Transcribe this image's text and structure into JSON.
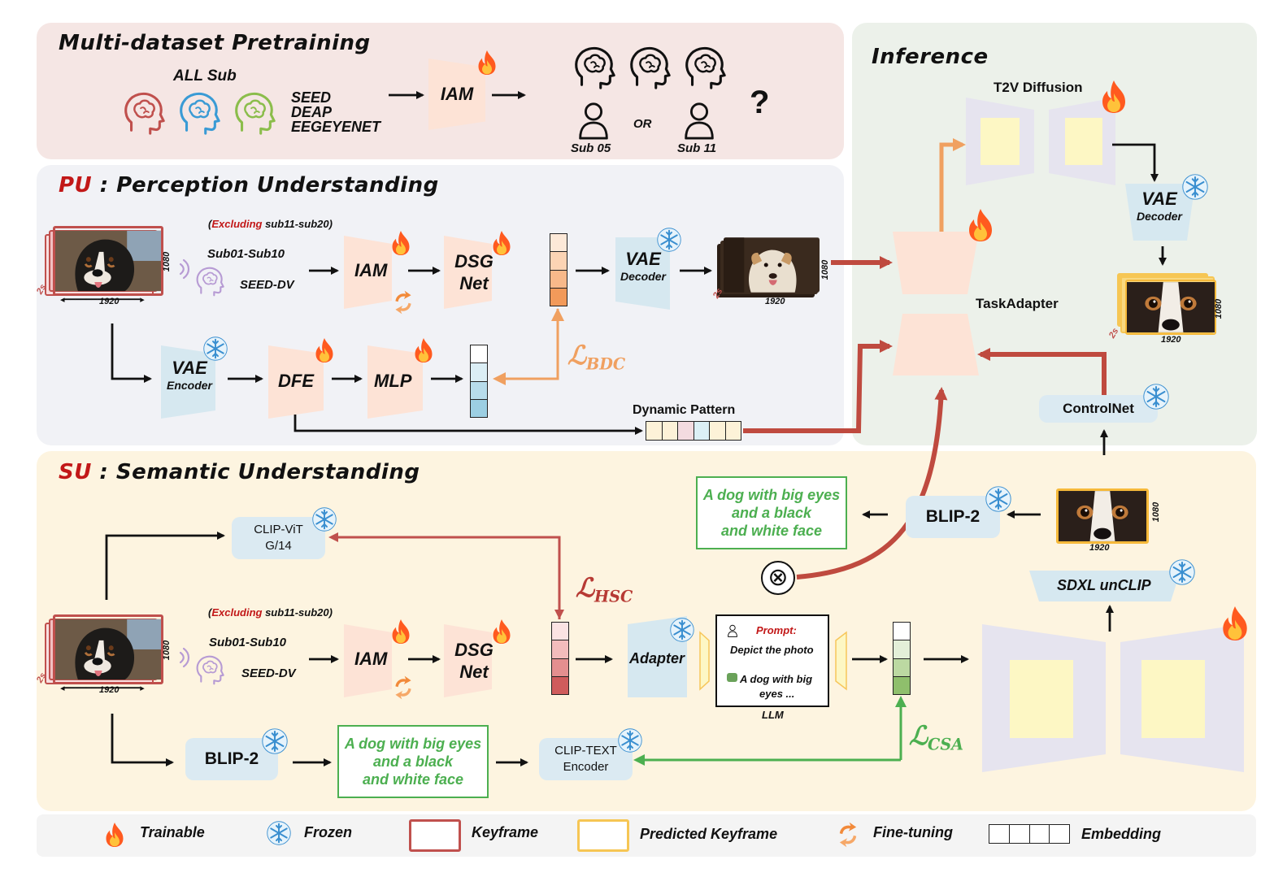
{
  "pretrain": {
    "title": "Multi-dataset Pretraining",
    "all_sub": "ALL Sub",
    "datasets": [
      "SEED",
      "DEAP",
      "EEGEYENET"
    ],
    "iam": "IAM",
    "sub_a": "Sub 05",
    "or": "OR",
    "sub_b": "Sub 11",
    "question": "?"
  },
  "pu": {
    "title_abbr": "PU",
    "title_rest": " : Perception Understanding",
    "excluding_word": "Excluding",
    "excluding_rest": " sub11-sub20",
    "subs": "Sub01-Sub10",
    "dataset": "SEED-DV",
    "iam": "IAM",
    "dsg1": "DSG",
    "dsg2": "Net",
    "vae_decoder_1": "VAE",
    "vae_decoder_2": "Decoder",
    "vae_encoder_1": "VAE",
    "vae_encoder_2": "Encoder",
    "dfe": "DFE",
    "mlp": "MLP",
    "loss_main": "ℒ",
    "loss_sub": "BDC",
    "dynamic_pattern": "Dynamic Pattern",
    "dim_w": "1920",
    "dim_h": "1080",
    "dim_t": "2s"
  },
  "inference": {
    "title": "Inference",
    "t2v": "T2V Diffusion",
    "vae1": "VAE",
    "vae2": "Decoder",
    "task_adapter": "TaskAdapter",
    "controlnet": "ControlNet",
    "dim_w": "1920",
    "dim_h": "1080",
    "dim_t": "2s"
  },
  "su": {
    "title_abbr": "SU",
    "title_rest": " : Semantic Understanding",
    "clip_vit_1": "CLIP-ViT",
    "clip_vit_2": "G/14",
    "loss_hsc_main": "ℒ",
    "loss_hsc_sub": "HSC",
    "excluding_word": "Excluding",
    "excluding_rest": " sub11-sub20",
    "subs": "Sub01-Sub10",
    "dataset": "SEED-DV",
    "iam": "IAM",
    "dsg1": "DSG",
    "dsg2": "Net",
    "adapter": "Adapter",
    "prompt_label": "Prompt:",
    "prompt_text": "Depict the photo",
    "llm_reply_1": "A dog with big",
    "llm_reply_2": "eyes ...",
    "llm": "LLM",
    "blip2_a": "BLIP-2",
    "blip2_b": "BLIP-2",
    "caption_top_1": "A dog with big eyes",
    "caption_top_2": "and a black",
    "caption_top_3": "and white face",
    "caption_bot_1": "A dog with big eyes",
    "caption_bot_2": "and a black",
    "caption_bot_3": "and white face",
    "clip_text_1": "CLIP-TEXT",
    "clip_text_2": "Encoder",
    "loss_csa_main": "ℒ",
    "loss_csa_sub": "CSA",
    "sdxl": "SDXL unCLIP",
    "otimes": "⊗",
    "dim_w": "1920",
    "dim_h": "1080",
    "dim_t": "2s"
  },
  "legend": {
    "trainable": "Trainable",
    "frozen": "Frozen",
    "keyframe": "Keyframe",
    "predicted_keyframe": "Predicted Keyframe",
    "finetuning": "Fine-tuning",
    "embedding": "Embedding"
  },
  "colors": {
    "pretrain_bg": "#f5e6e4",
    "pu_bg": "#f1f2f6",
    "inference_bg": "#ecf1ea",
    "su_bg": "#fdf4e0",
    "legend_bg": "#f4f4f4",
    "red_arrow": "#bf4a3f",
    "orange_arrow": "#f0a060",
    "green": "#4caf50",
    "fire": "#ff5a1f",
    "snow": "#3a8fd0"
  }
}
